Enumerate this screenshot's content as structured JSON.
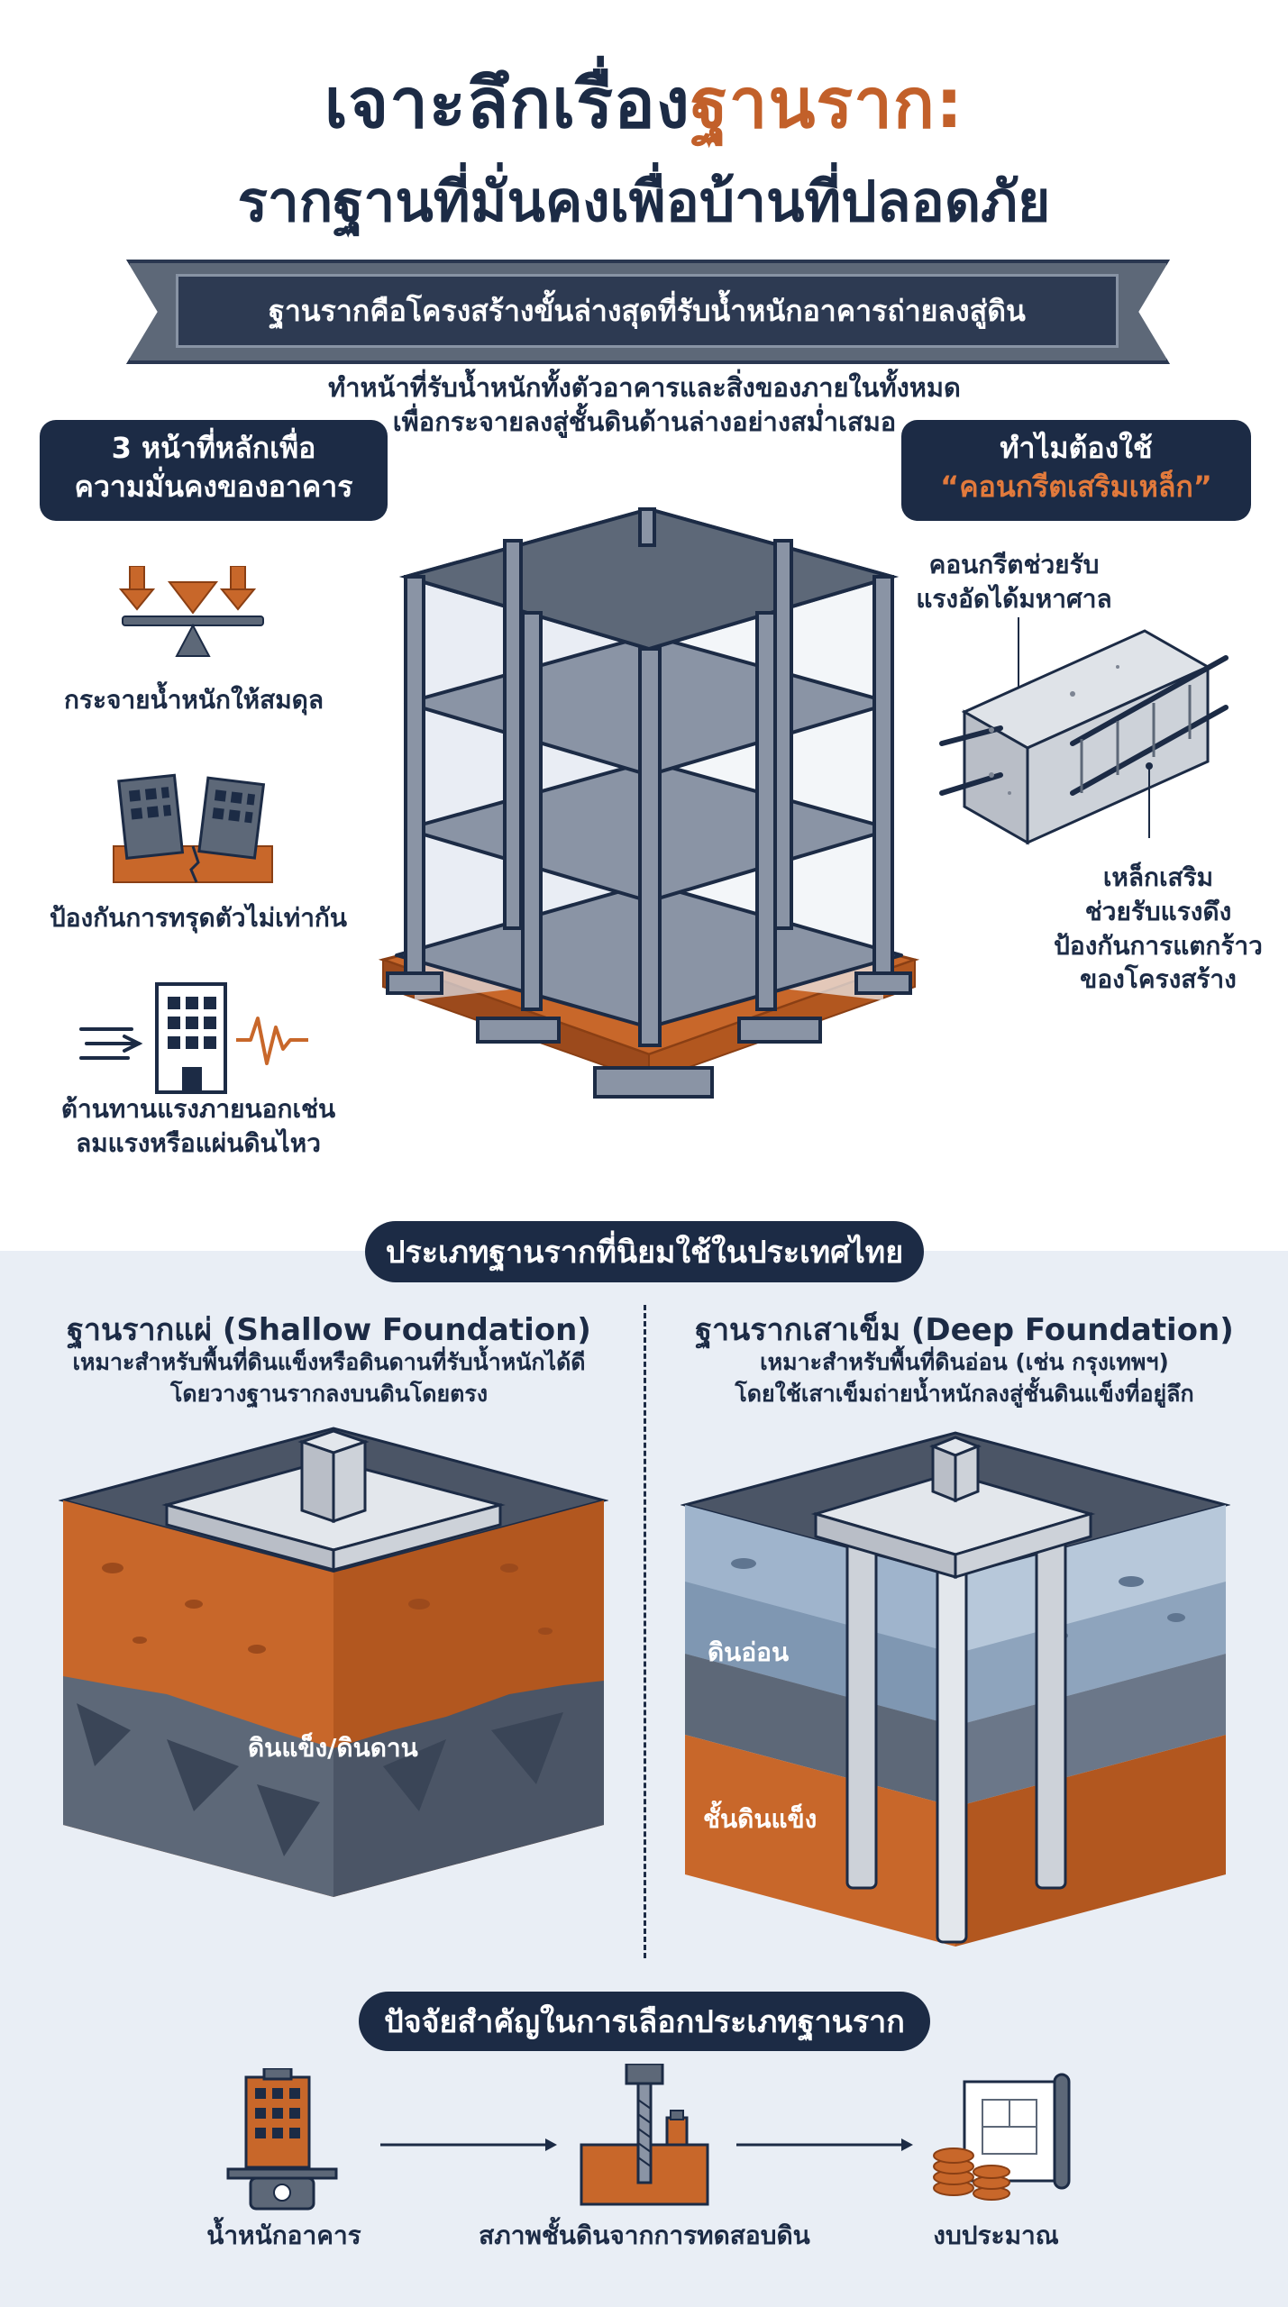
{
  "title": {
    "part1": "เจาะลึกเรื่อง",
    "highlight": "ฐานราก:",
    "line2": "รากฐานที่มั่นคงเพื่อบ้านที่ปลอดภัย"
  },
  "banner": "ฐานรากคือโครงสร้างขั้นล่างสุดที่รับน้ำหนักอาคารถ่ายลงสู่ดิน",
  "intro": {
    "line1": "ทำหน้าที่รับน้ำหนักทั้งตัวอาคารและสิ่งของภายในทั้งหมด",
    "line2": "เพื่อกระจายลงสู่ชั้นดินด้านล่างอย่างสม่ำเสมอ"
  },
  "functions": {
    "heading_line1": "3 หน้าที่หลักเพื่อ",
    "heading_line2": "ความมั่นคงของอาคาร",
    "items": [
      {
        "label": "กระจายน้ำหนักให้สมดุล",
        "icon": "balance-scale-icon"
      },
      {
        "label": "ป้องกันการทรุดตัวไม่เท่ากัน",
        "icon": "tilting-buildings-icon"
      },
      {
        "label_line1": "ต้านทานแรงภายนอกเช่น",
        "label_line2": "ลมแรงหรือแผ่นดินไหว",
        "icon": "wind-earthquake-building-icon"
      }
    ]
  },
  "reinforced": {
    "heading_line1": "ทำไมต้องใช้",
    "heading_line2": "“คอนกรีตเสริมเหล็ก”",
    "concrete_line1": "คอนกรีตช่วยรับ",
    "concrete_line2": "แรงอัดได้มหาศาล",
    "steel_lines": [
      "เหล็กเสริม",
      "ช่วยรับแรงดึง",
      "ป้องกันการแตกร้าว",
      "ของโครงสร้าง"
    ]
  },
  "types": {
    "heading": "ประเภทฐานรากที่นิยมใช้ในประเทศไทย",
    "shallow": {
      "title": "ฐานรากแผ่ (Shallow Foundation)",
      "desc_line1": "เหมาะสำหรับพื้นที่ดินแข็งหรือดินดานที่รับน้ำหนักได้ดี",
      "desc_line2": "โดยวางฐานรากลงบนดินโดยตรง",
      "soil_label": "ดินแข็ง/ดินดาน"
    },
    "deep": {
      "title": "ฐานรากเสาเข็ม (Deep Foundation)",
      "desc_line1": "เหมาะสำหรับพื้นที่ดินอ่อน (เช่น กรุงเทพฯ)",
      "desc_line2": "โดยใช้เสาเข็มถ่ายน้ำหนักลงสู่ชั้นดินแข็งที่อยู่ลึก",
      "soft_label": "ดินอ่อน",
      "hard_label": "ชั้นดินแข็ง"
    }
  },
  "factors": {
    "heading": "ปัจจัยสำคัญในการเลือกประเภทฐานราก",
    "items": [
      {
        "label": "น้ำหนักอาคาร",
        "icon": "building-on-scale-icon"
      },
      {
        "label": "สภาพชั้นดินจากการทดสอบดิน",
        "icon": "soil-test-drill-icon"
      },
      {
        "label": "งบประมาณ",
        "icon": "coins-blueprint-icon"
      }
    ]
  },
  "colors": {
    "navy": "#1c2b45",
    "orange": "#c2602a",
    "soil": "#c8672a",
    "light_bg": "#e9eef5"
  }
}
